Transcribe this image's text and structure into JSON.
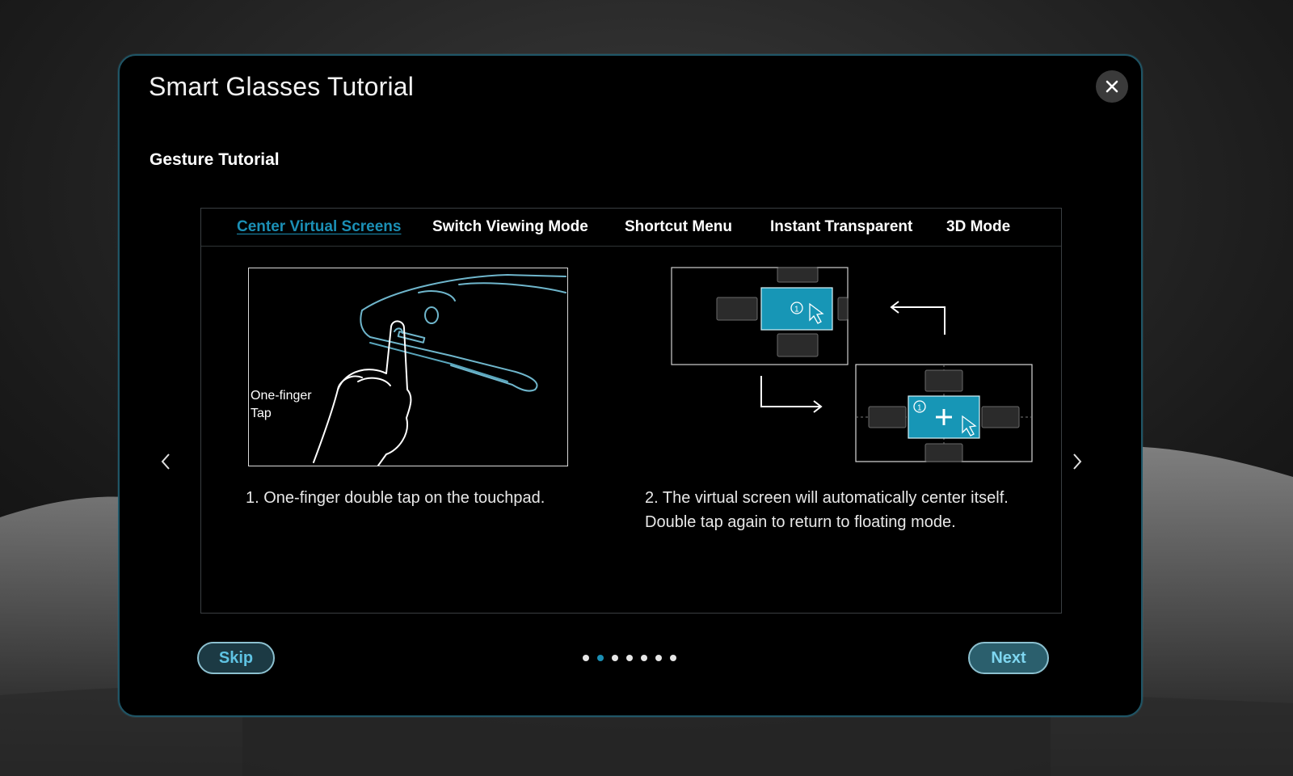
{
  "window": {
    "title": "Smart Glasses Tutorial"
  },
  "section": {
    "title": "Gesture Tutorial"
  },
  "tabs": [
    {
      "label": "Center Virtual Screens",
      "active": true
    },
    {
      "label": "Switch Viewing Mode",
      "active": false
    },
    {
      "label": "Shortcut Menu",
      "active": false
    },
    {
      "label": "Instant Transparent",
      "active": false
    },
    {
      "label": "3D Mode",
      "active": false
    }
  ],
  "illustration1": {
    "caption": "One-finger\nTap"
  },
  "illustration2": {
    "screen_marker": "1"
  },
  "steps": [
    {
      "text": "1. One-finger double tap on the touchpad."
    },
    {
      "text": "2. The virtual screen will automatically center itself. Double tap again to return to floating mode."
    }
  ],
  "footer": {
    "skip_label": "Skip",
    "next_label": "Next",
    "page_count": 7,
    "current_page": 2
  },
  "colors": {
    "accent": "#1b8fb5",
    "screen_fill": "#1796b6",
    "button_border": "#8cc0cf"
  },
  "icons": [
    "close-icon",
    "chevron-left-icon",
    "chevron-right-icon",
    "arrow-left-icon",
    "arrow-right-icon",
    "cursor-icon",
    "plus-icon"
  ]
}
